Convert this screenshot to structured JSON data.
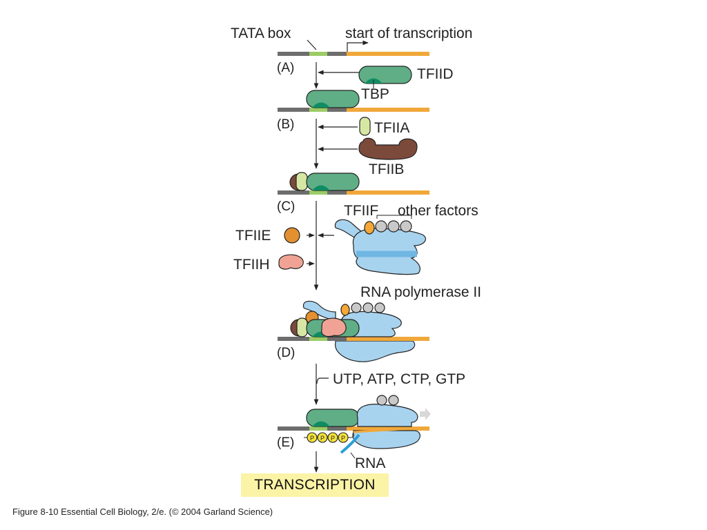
{
  "labels": {
    "tata_box": "TATA box",
    "start_of_transcription": "start of transcription",
    "tfiid": "TFIID",
    "tbp": "TBP",
    "tfiia": "TFIIA",
    "tfiib": "TFIIB",
    "tfiif": "TFIIF",
    "other_factors": "other factors",
    "tfiie": "TFIIE",
    "tfiih": "TFIIH",
    "rna_polymerase_ii": "RNA polymerase II",
    "ntps": "UTP, ATP, CTP, GTP",
    "rna": "RNA",
    "phosphate": "P",
    "transcription": "TRANSCRIPTION"
  },
  "steps": [
    "(A)",
    "(B)",
    "(C)",
    "(D)",
    "(E)"
  ],
  "caption": "Figure 8-10  Essential Cell Biology, 2/e. (© 2004 Garland Science)",
  "colors": {
    "dna_gray": "#6d6d6d",
    "dna_orange": "#f0a83a",
    "tata_green": "#9ccc65",
    "tfiid": "#5fae86",
    "tbp": "#0f8c62",
    "tfiia": "#d6e7a4",
    "tfiib": "#7b4a3a",
    "tfiie": "#e39030",
    "tfiih": "#f0a394",
    "tfiif": "#f5a836",
    "other_factors": "#c9c9c9",
    "rna_pol": "#a8d3ef",
    "rna_strand": "#2a9fd6",
    "phosphate": "#f4e23a",
    "transcription_bg": "#fbf3a6"
  }
}
